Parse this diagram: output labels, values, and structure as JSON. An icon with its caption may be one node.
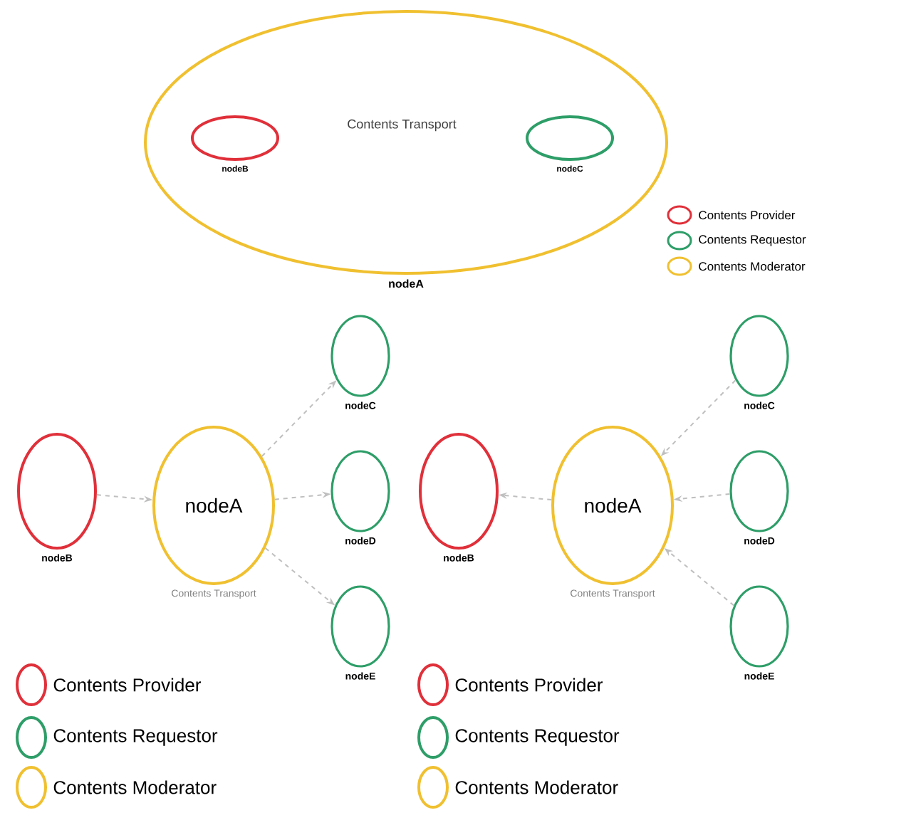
{
  "diagram": {
    "nodes": [
      {
        "text": [
          "nodeA"
        ]
      },
      {
        "text": [
          "nodeB"
        ],
        "in": 0
      },
      {
        "text": [
          "nodeC"
        ],
        "in": 0
      },
      {
        "text": [
          "nodeB"
        ]
      },
      {
        "text": [
          "nodeA"
        ],
        "beside": [
          "Contents Transport"
        ]
      },
      {
        "text": [
          "nodeC"
        ]
      },
      {
        "text": [
          "nodeD"
        ]
      },
      {
        "text": [
          "nodeE"
        ]
      },
      {
        "text": [
          "nodeB"
        ]
      },
      {
        "text": [
          "nodeA"
        ],
        "beside": [
          "Contents Transport"
        ]
      },
      {
        "text": [
          "nodeC"
        ]
      },
      {
        "text": [
          "nodeD"
        ]
      },
      {
        "text": [
          "nodeE"
        ]
      }
    ],
    "edges": [
      {
        "from": 3,
        "to": 4,
        "arrow": "to",
        "style": "dashed"
      },
      {
        "from": 4,
        "to": 5,
        "arrow": "to",
        "style": "dashed"
      },
      {
        "from": 4,
        "to": 6,
        "arrow": "to",
        "style": "dashed"
      },
      {
        "from": 4,
        "to": 7,
        "arrow": "to",
        "style": "dashed"
      },
      {
        "from": 9,
        "to": 8,
        "arrow": "to",
        "style": "dashed"
      },
      {
        "from": 10,
        "to": 9,
        "arrow": "to",
        "style": "dashed"
      },
      {
        "from": 11,
        "to": 9,
        "arrow": "to",
        "style": "dashed"
      },
      {
        "from": 12,
        "to": 9,
        "arrow": "to",
        "style": "dashed"
      }
    ],
    "labels": [
      "Contents Transport"
    ],
    "legend": [
      {
        "text": "Contents Provider",
        "color": "#e0303a"
      },
      {
        "text": "Contents Requestor",
        "color": "#2e9e68"
      },
      {
        "text": "Contents Moderator",
        "color": "#f0c030"
      },
      {
        "text": "Contents Provider",
        "color": "#e0303a"
      },
      {
        "text": "Contents Requestor",
        "color": "#2e9e68"
      },
      {
        "text": "Contents Moderator",
        "color": "#f0c030"
      },
      {
        "text": "Contents Provider",
        "color": "#e0303a"
      },
      {
        "text": "Contents Requestor",
        "color": "#2e9e68"
      },
      {
        "text": "Contents Moderator",
        "color": "#f0c030"
      }
    ]
  }
}
